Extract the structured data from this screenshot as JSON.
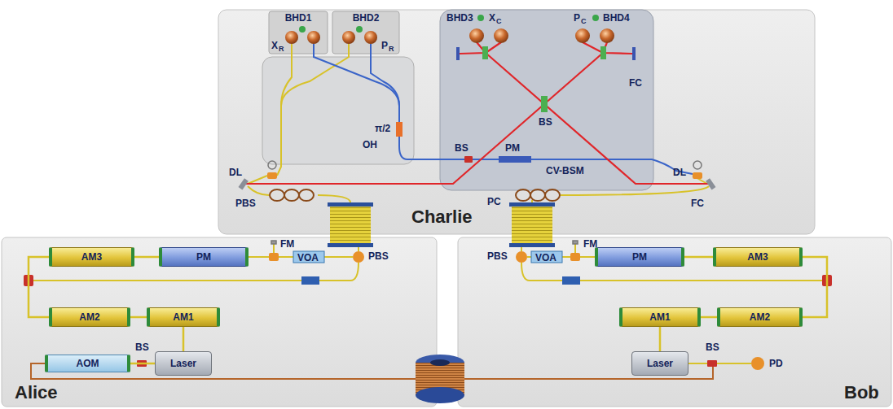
{
  "diagram": {
    "nodes": [
      {
        "text": [
          "Charlie"
        ]
      },
      {
        "text": [
          "BHD1"
        ],
        "in": 0
      },
      {
        "text": [
          "BHD2"
        ],
        "in": 0
      },
      {
        "text": [
          "OH"
        ],
        "in": 0
      },
      {
        "text": [
          "CV-BSM"
        ],
        "in": 0
      },
      {
        "text": [
          "Alice"
        ]
      },
      {
        "text": [
          "AM3"
        ],
        "in": 5
      },
      {
        "text": [
          "PM"
        ],
        "in": 5
      },
      {
        "text": [
          "AM2"
        ],
        "in": 5
      },
      {
        "text": [
          "AM1"
        ],
        "in": 5
      },
      {
        "text": [
          "AOM"
        ],
        "in": 5
      },
      {
        "text": [
          "Laser"
        ],
        "in": 5
      },
      {
        "text": [
          "Bob"
        ]
      },
      {
        "text": [
          "PM"
        ],
        "in": 12
      },
      {
        "text": [
          "AM3"
        ],
        "in": 12
      },
      {
        "text": [
          "AM1"
        ],
        "in": 12
      },
      {
        "text": [
          "AM2"
        ],
        "in": 12
      },
      {
        "text": [
          "Laser"
        ],
        "in": 12
      }
    ],
    "edges": [
      {
        "from": 11,
        "to": 9,
        "arrow": "none"
      },
      {
        "from": 9,
        "to": 8,
        "arrow": "none"
      },
      {
        "from": 8,
        "to": 6,
        "arrow": "none"
      },
      {
        "from": 6,
        "to": 7,
        "arrow": "none"
      },
      {
        "from": 11,
        "to": 10,
        "arrow": "none"
      },
      {
        "from": 17,
        "to": 15,
        "arrow": "none"
      },
      {
        "from": 15,
        "to": 16,
        "arrow": "none"
      },
      {
        "from": 16,
        "to": 14,
        "arrow": "none"
      },
      {
        "from": 14,
        "to": 13,
        "arrow": "none"
      }
    ],
    "labels": [
      "BHD3",
      "X",
      "C",
      "P",
      "C",
      "BHD4",
      "BS",
      "FC",
      "BS",
      "PM",
      "π/2",
      "DL",
      "PBS",
      "DL",
      "FC",
      "PC",
      "X",
      "R",
      "P",
      "R",
      "FM",
      "VOA",
      "PBS",
      "BS",
      "PBS",
      "VOA",
      "FM",
      "BS",
      "PD"
    ]
  }
}
